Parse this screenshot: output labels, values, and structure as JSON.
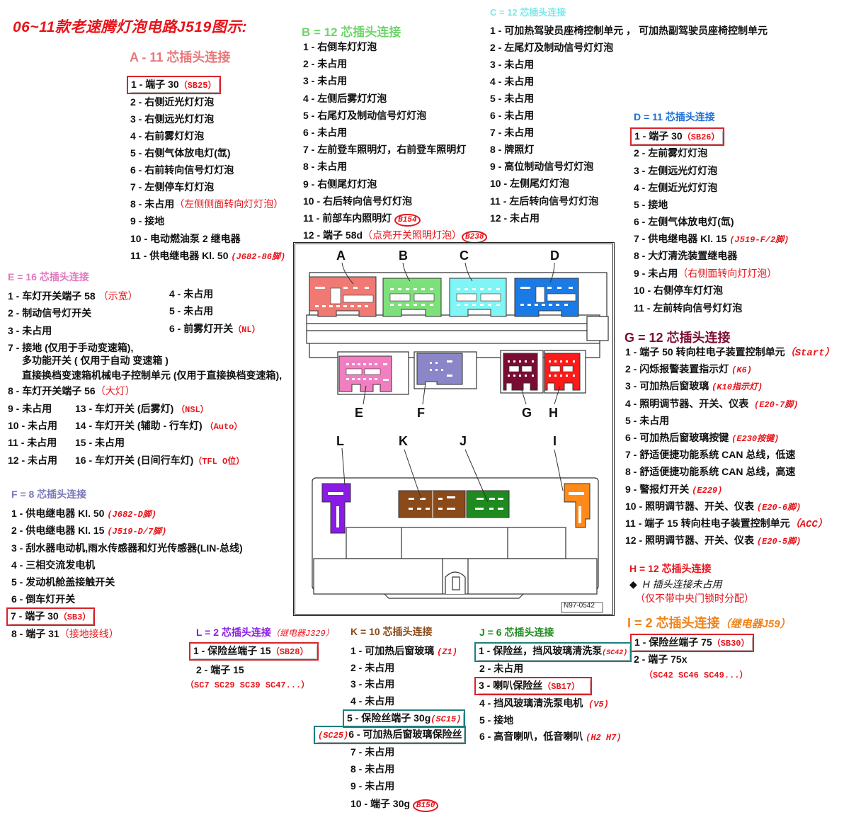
{
  "title": "06~11款老速腾灯泡电路J519图示:",
  "colors": {
    "A": "#f07a73",
    "B": "#7ee07a",
    "C": "#7ff5f5",
    "D": "#1a7be6",
    "E": "#f07ec0",
    "F": "#8a86c8",
    "G": "#7a0c33",
    "H": "#ff1a1a",
    "I": "#ff8a1a",
    "J": "#1f8a1f",
    "K": "#8a4a1a",
    "L": "#8a1ae6",
    "note": "#e8141b"
  },
  "A": {
    "title": "A - 11 芯插头连接",
    "items": [
      {
        "text": "1 - 端子 30",
        "note": "（SB25）"
      },
      {
        "text": "2 - 右侧近光灯灯泡"
      },
      {
        "text": "3 - 右侧远光灯灯泡"
      },
      {
        "text": "4 - 右前雾灯灯泡"
      },
      {
        "text": "5 - 右侧气体放电灯(氙)"
      },
      {
        "text": "6 - 右前转向信号灯灯泡"
      },
      {
        "text": "7 - 左侧停车灯灯泡"
      },
      {
        "text": "8 - 未占用",
        "note": "（左侧侧面转向灯灯泡）"
      },
      {
        "text": "9 - 接地"
      },
      {
        "text": "10 - 电动燃油泵 2 继电器"
      },
      {
        "text": "11 - 供电继电器 Kl. 50",
        "note": "(J682-86脚)"
      }
    ]
  },
  "B": {
    "title": "B = 12 芯插头连接",
    "items": [
      {
        "text": "1 - 右倒车灯灯泡"
      },
      {
        "text": "2 - 未占用"
      },
      {
        "text": "3 - 未占用"
      },
      {
        "text": "4 - 左侧后雾灯灯泡"
      },
      {
        "text": "5 - 右尾灯及制动信号灯灯泡"
      },
      {
        "text": "6 - 未占用"
      },
      {
        "text": "7 - 左前登车照明灯，右前登车照明灯"
      },
      {
        "text": "8 - 未占用"
      },
      {
        "text": "9 - 右侧尾灯灯泡"
      },
      {
        "text": "10 - 右后转向信号灯灯泡"
      },
      {
        "text": "11 - 前部车内照明灯",
        "badge": "B154"
      },
      {
        "text": "12 - 端子 58d",
        "note": "（点亮开关照明灯泡）",
        "badge": "B238"
      }
    ]
  },
  "C": {
    "title": "C = 12 芯插头连接",
    "items": [
      {
        "text": "1 - 可加热驾驶员座椅控制单元 ， 可加热副驾驶员座椅控制单元"
      },
      {
        "text": "2 - 左尾灯及制动信号灯灯泡"
      },
      {
        "text": "3 - 未占用"
      },
      {
        "text": "4 - 未占用"
      },
      {
        "text": "5 - 未占用"
      },
      {
        "text": "6 - 未占用"
      },
      {
        "text": "7 - 未占用"
      },
      {
        "text": "8 - 牌照灯"
      },
      {
        "text": "9 - 高位制动信号灯灯泡"
      },
      {
        "text": "10 - 左侧尾灯灯泡"
      },
      {
        "text": "11 - 左后转向信号灯灯泡"
      },
      {
        "text": "12 - 未占用"
      }
    ]
  },
  "D": {
    "title": "D = 11 芯插头连接",
    "items": [
      {
        "text": "1 - 端子 30",
        "note": "（SB26）"
      },
      {
        "text": "2 - 左前雾灯灯泡"
      },
      {
        "text": "3 - 左侧远光灯灯泡"
      },
      {
        "text": "4 - 左侧近光灯灯泡"
      },
      {
        "text": "5 - 接地"
      },
      {
        "text": "6 - 左侧气体放电灯(氙)"
      },
      {
        "text": "7 - 供电继电器 Kl. 15",
        "note": "(J519-F/2脚)"
      },
      {
        "text": "8 - 大灯清洗装置继电器"
      },
      {
        "text": "9 - 未占用",
        "note": "（右侧面转向灯灯泡）"
      },
      {
        "text": "10 - 右侧停车灯灯泡"
      },
      {
        "text": "11 - 左前转向信号灯灯泡"
      }
    ]
  },
  "E": {
    "title": "E = 16 芯插头连接",
    "items": [
      {
        "text": "1 - 车灯开关端子 58",
        "note": "（示宽）"
      },
      {
        "text": "2 - 制动信号灯开关"
      },
      {
        "text": "3 - 未占用"
      },
      {
        "text": "4 - 未占用"
      },
      {
        "text": "5 - 未占用"
      },
      {
        "text": "6 - 前雾灯开关",
        "note": "（NL）"
      },
      {
        "text": "7 - 接地 (仅用于手动变速箱),"
      },
      {
        "text": "多功能开关 ( 仅用于自动 变速箱 )"
      },
      {
        "text": "直接换档变速箱机械电子控制单元 (仅用于直接换档变速箱),"
      },
      {
        "text": "8 - 车灯开关端子 56",
        "note": "（大灯）"
      },
      {
        "text": "9 - 未占用"
      },
      {
        "text": "10 - 未占用"
      },
      {
        "text": "11 - 未占用"
      },
      {
        "text": "12 - 未占用"
      },
      {
        "text": "13 - 车灯开关 (后雾灯)",
        "note": "（NSL）"
      },
      {
        "text": "14 - 车灯开关 (辅助  -  行车灯)",
        "note": "（Auto）"
      },
      {
        "text": "15 - 未占用"
      },
      {
        "text": "16 - 车灯开关 (日间行车灯)",
        "note": "（TFL O位）"
      }
    ]
  },
  "F": {
    "title": "F = 8 芯插头连接",
    "items": [
      {
        "text": "1 - 供电继电器 Kl. 50",
        "note": "(J682-D脚)"
      },
      {
        "text": "2 - 供电继电器 Kl. 15",
        "note": "(J519-D/7脚)"
      },
      {
        "text": "3 - 刮水器电动机,雨水传感器和灯光传感器(LIN-总线)"
      },
      {
        "text": "4 - 三相交流发电机"
      },
      {
        "text": "5 - 发动机舱盖接触开关"
      },
      {
        "text": "6 - 倒车灯开关"
      },
      {
        "text": "7 - 端子 30",
        "note": "（SB3）"
      },
      {
        "text": "8 - 端子 31",
        "note": "（接地接线）"
      }
    ]
  },
  "G": {
    "title": "G = 12 芯插头连接",
    "items": [
      {
        "text": "1 - 端子 50 转向柱电子装置控制单元",
        "note": "（Start）"
      },
      {
        "text": "2 - 闪烁报警装置指示灯",
        "note": "(K6)"
      },
      {
        "text": "3 - 可加热后窗玻璃",
        "note": "(K10指示灯)"
      },
      {
        "text": "4 - 照明调节器、开关、仪表",
        "note": "(E20-7脚)"
      },
      {
        "text": "5 - 未占用"
      },
      {
        "text": "6 - 可加热后窗玻璃按键",
        "note": "(E230按键)"
      },
      {
        "text": "7 - 舒适便捷功能系统 CAN 总线，低速"
      },
      {
        "text": "8 - 舒适便捷功能系统 CAN 总线，高速"
      },
      {
        "text": "9 - 警报灯开关",
        "note": "(E229)"
      },
      {
        "text": "10 - 照明调节器、开关、仪表",
        "note": "(E20-6脚)"
      },
      {
        "text": "11 - 端子 15 转向柱电子装置控制单元",
        "note": "（ACC）"
      },
      {
        "text": "12 - 照明调节器、开关、仪表",
        "note": "(E20-5脚)"
      }
    ]
  },
  "H": {
    "title": "H = 12 芯插头连接",
    "bullet": "◆",
    "items": [
      {
        "text": "H 插头连接未占用"
      },
      {
        "note": "（仅不带中央门锁时分配）"
      }
    ]
  },
  "I": {
    "title": "I = 2 芯插头连接",
    "subtitle": "（继电器J59）",
    "items": [
      {
        "text": "1 - 保险丝端子 75",
        "note": "（SB30）"
      },
      {
        "text": "2 - 端子 75x"
      },
      {
        "note": "（SC42  SC46  SC49...）"
      }
    ]
  },
  "J": {
    "title": "J = 6 芯插头连接",
    "items": [
      {
        "text": "1 - 保险丝，挡风玻璃清洗泵",
        "note": "(SC42)"
      },
      {
        "text": "2 - 未占用"
      },
      {
        "text": "3 - 喇叭保险丝",
        "note": "（SB17）"
      },
      {
        "text": "4 - 挡风玻璃清洗泵电机",
        "note": "(V5)"
      },
      {
        "text": "5 - 接地"
      },
      {
        "text": "6 - 高音喇叭，低音喇叭",
        "note": "(H2  H7)"
      }
    ]
  },
  "K": {
    "title": "K = 10 芯插头连接",
    "items": [
      {
        "text": "1 - 可加热后窗玻璃",
        "note": "(Z1)"
      },
      {
        "text": "2 - 未占用"
      },
      {
        "text": "3 - 未占用"
      },
      {
        "text": "4 - 未占用"
      },
      {
        "text": "5 - 保险丝端子 30g",
        "note": "(SC15)"
      },
      {
        "text": "6 - 可加热后窗玻璃保险丝",
        "note": "(SC25)"
      },
      {
        "text": "7 - 未占用"
      },
      {
        "text": "8 - 未占用"
      },
      {
        "text": "9 - 未占用"
      },
      {
        "text": "10 - 端子 30g",
        "badge": "B150"
      }
    ]
  },
  "L": {
    "title": "L = 2 芯插头连接",
    "subtitle": "（继电器J329）",
    "items": [
      {
        "text": "1 - 保险丝端子 15",
        "note": "（SB28）"
      },
      {
        "text": "2 - 端子 15"
      },
      {
        "note": "（SC7  SC29  SC39  SC47...）"
      }
    ]
  },
  "diagram": {
    "labels": [
      "A",
      "B",
      "C",
      "D",
      "E",
      "F",
      "G",
      "H",
      "L",
      "K",
      "J",
      "I"
    ],
    "figure_id": "N97-0542"
  }
}
